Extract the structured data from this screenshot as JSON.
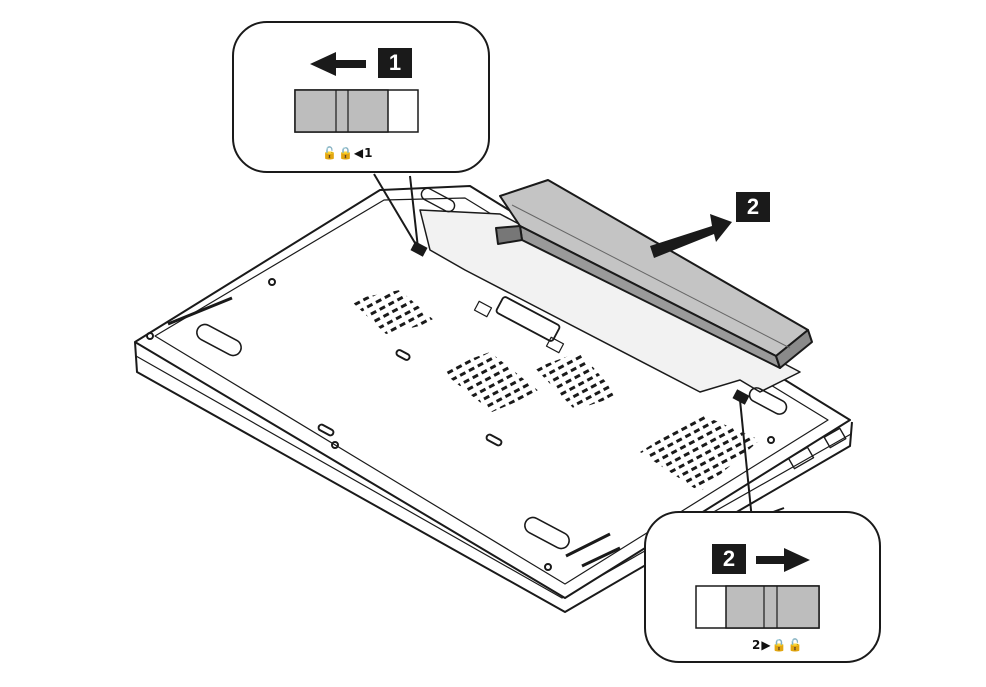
{
  "steps": [
    {
      "number": "1",
      "direction": "left",
      "lock_label": "🔓🔒◀1"
    },
    {
      "number": "2",
      "direction": "right",
      "lock_label": "2▶🔒🔓"
    }
  ],
  "main_step": {
    "number": "2"
  },
  "icons": [
    "laptop-bottom-icon",
    "battery-icon",
    "latch-icon",
    "arrow-left-icon",
    "arrow-right-icon",
    "unlock-icon",
    "lock-icon"
  ],
  "colors": {
    "line": "#1a1a1a",
    "battery": "#c4c4c4",
    "slider": "#bdbdbd",
    "badge": "#1a1a1a",
    "background": "#ffffff"
  }
}
